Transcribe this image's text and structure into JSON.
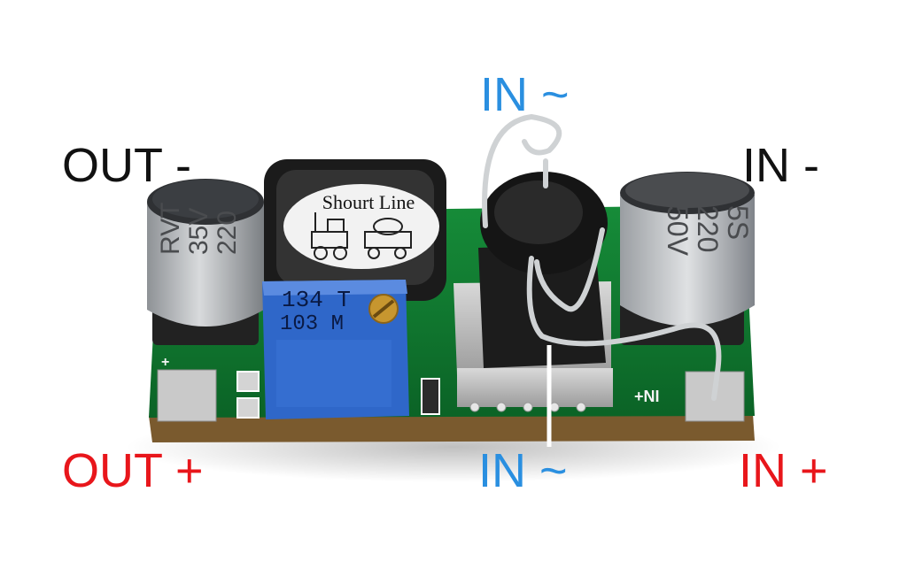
{
  "labels": {
    "out_minus": "OUT -",
    "out_plus": "OUT +",
    "in_tilde_top": "IN ~",
    "in_minus": "IN -",
    "in_tilde_bottom": "IN ~",
    "in_plus": "IN +"
  },
  "logo": {
    "text": "Shourt Line"
  },
  "markings": {
    "left_capacitor": [
      "220",
      "35V",
      "RVT"
    ],
    "right_capacitor": [
      "5S",
      "220",
      "50V"
    ],
    "trimmer": [
      "134 T",
      "103 M"
    ],
    "pcb_in_plus": "+NI",
    "pcb_out_plus": "+"
  },
  "colors": {
    "black_label": "#111111",
    "red_label": "#e8161b",
    "blue_label": "#2a8fe0",
    "pcb_green": "#0f7a2e",
    "trimmer_blue": "#2f67c9",
    "capacitor_silver": "#b9bcbf",
    "background": "#ffffff"
  }
}
